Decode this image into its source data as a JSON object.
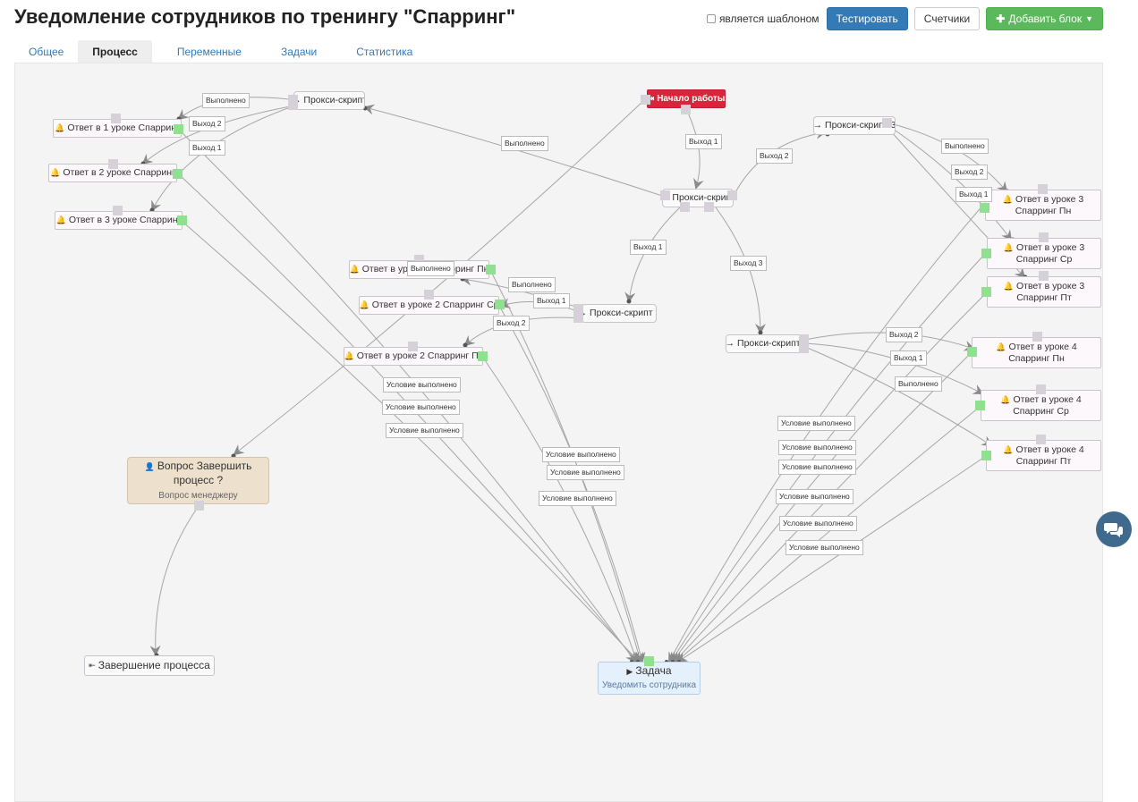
{
  "title": "Уведомление сотрудников по тренингу \"Спарринг\"",
  "toolbar": {
    "template_label": "является шаблоном",
    "test_label": "Тестировать",
    "counters_label": "Счетчики",
    "add_block_label": "Добавить блок"
  },
  "tabs": [
    {
      "label": "Общее"
    },
    {
      "label": "Процесс",
      "active": true
    },
    {
      "label": "Переменные"
    },
    {
      "label": "Задачи"
    },
    {
      "label": "Статистика"
    }
  ],
  "nodes": {
    "start": "Начало работы",
    "proxy_main": "→ Прокси-скрипт",
    "proxy_1": "→ Прокси-скрипт",
    "proxy_2": "→ Прокси-скрипт 2",
    "proxy_3": "→ Прокси-скрипт 3",
    "proxy_4": "→ Прокси-скрипт 4",
    "l1_1": "Ответ в 1 уроке Спарринг",
    "l1_2": "Ответ в 2 уроке Спарринг",
    "l1_3": "Ответ в 3 уроке Спарринг",
    "l2_mon": "Ответ в уроке 2 Спарринг Пн",
    "l2_wed": "Ответ в уроке 2 Спарринг Ср",
    "l2_fri": "Ответ в уроке 2 Спарринг Пт",
    "l3_mon": "Ответ в уроке 3 Спарринг Пн",
    "l3_wed": "Ответ в уроке 3 Спарринг Ср",
    "l3_fri": "Ответ в уроке 3 Спарринг Пт",
    "l4_mon": "Ответ в уроке 4 Спарринг Пн",
    "l4_wed": "Ответ в уроке 4 Спарринг Ср",
    "l4_fri": "Ответ в уроке 4 Спарринг Пт",
    "question_title": "Вопрос Завершить процесс ?",
    "question_sub": "Вопрос менеджеру",
    "finish": "Завершение процесса",
    "task_title": "Задача",
    "task_sub": "Уведомить сотрудника"
  },
  "edge_labels": {
    "done": "Выполнено",
    "exit1": "Выход 1",
    "exit2": "Выход 2",
    "exit3": "Выход 3",
    "condition": "Условие выполнено"
  },
  "colors": {
    "primary": "#337ab7",
    "success": "#5cb85c",
    "start": "#d9253b",
    "task": "#e4f0fb",
    "question": "#ede0cd"
  }
}
